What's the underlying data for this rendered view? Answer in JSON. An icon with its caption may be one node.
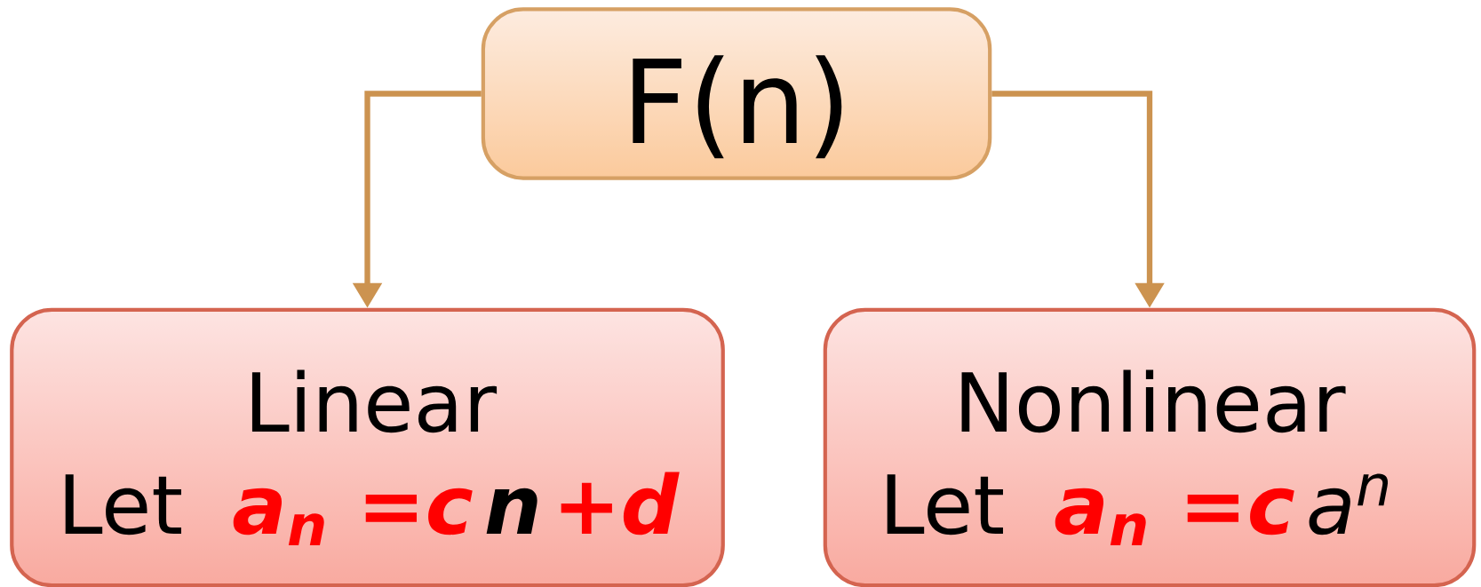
{
  "diagram": {
    "nodes": [
      {
        "text": [
          "F(n)"
        ]
      },
      {
        "text": [
          "Linear",
          "Let",
          "a$_{n}$ =c",
          "n",
          "+d"
        ]
      },
      {
        "text": [
          "Nonlinear",
          "Let",
          "a$_{n}$ =c",
          "a$^{n}$"
        ]
      }
    ],
    "edges": [
      {
        "from": 0,
        "to": 1,
        "arrow": "to"
      },
      {
        "from": 0,
        "to": 2,
        "arrow": "to"
      }
    ]
  }
}
